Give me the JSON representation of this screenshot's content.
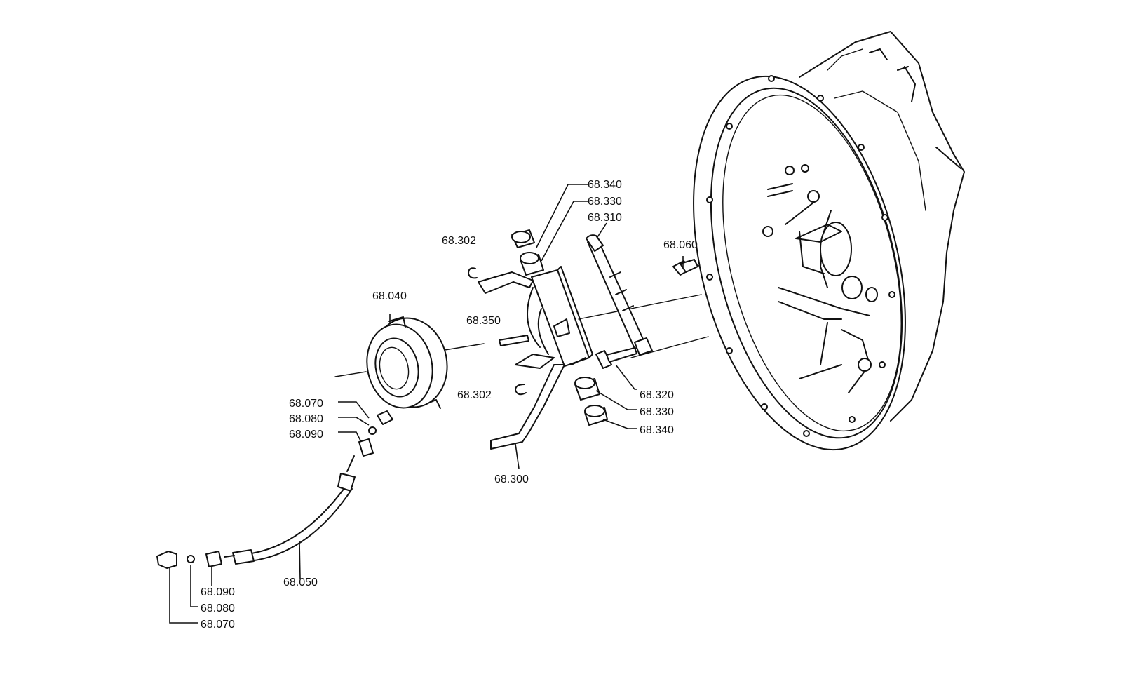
{
  "callouts": {
    "c_68_340_top": "68.340",
    "c_68_330_top": "68.330",
    "c_68_310": "68.310",
    "c_68_302_top": "68.302",
    "c_68_060": "68.060",
    "c_68_040": "68.040",
    "c_68_350": "68.350",
    "c_68_302_bottom": "68.302",
    "c_68_320": "68.320",
    "c_68_330_bottom": "68.330",
    "c_68_340_bottom": "68.340",
    "c_68_070_top": "68.070",
    "c_68_080_top": "68.080",
    "c_68_090_top": "68.090",
    "c_68_300": "68.300",
    "c_68_050": "68.050",
    "c_68_090_bottom": "68.090",
    "c_68_080_bottom": "68.080",
    "c_68_070_bottom": "68.070"
  }
}
